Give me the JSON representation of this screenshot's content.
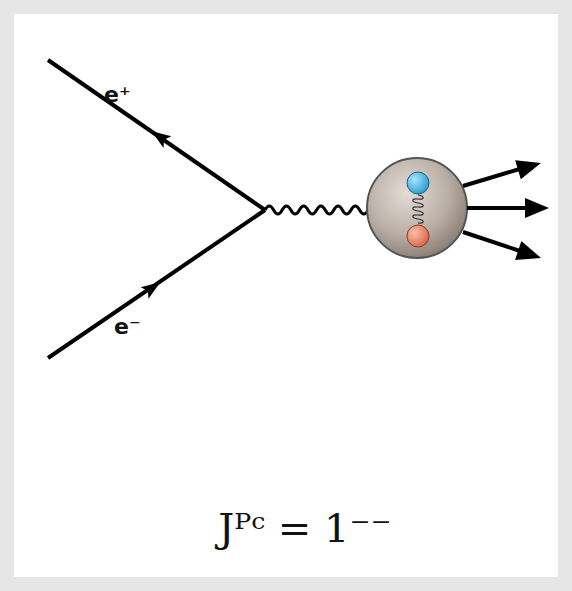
{
  "diagram": {
    "caption": "Jᴾᶜ = 1⁻⁻",
    "labels": [
      "e⁺",
      "e⁻"
    ]
  }
}
